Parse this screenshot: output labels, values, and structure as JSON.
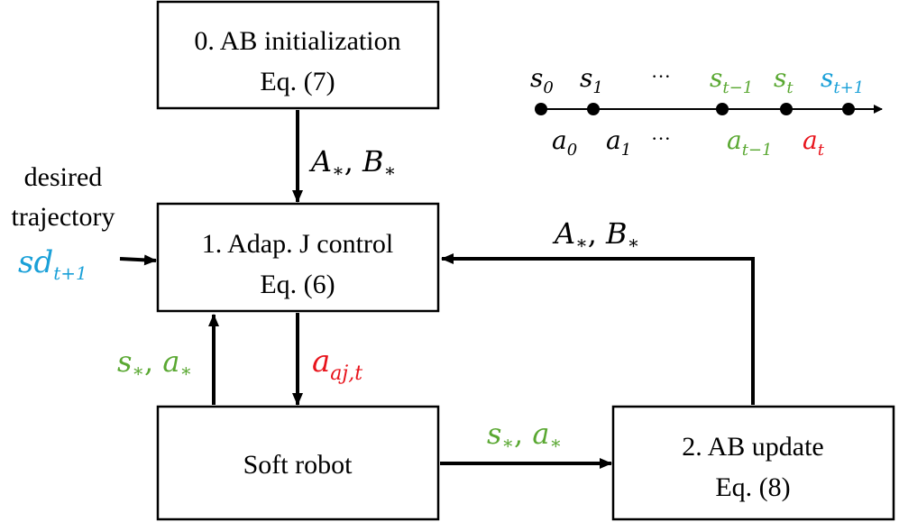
{
  "colors": {
    "black": "#000000",
    "green": "#5aa832",
    "red": "#e8141c",
    "blue": "#1aa0d8"
  },
  "boxes": {
    "init": {
      "line1": "0. AB initialization",
      "line2": "Eq. (7)"
    },
    "control": {
      "line1": "1. Adap. J control",
      "line2": "Eq. (6)"
    },
    "robot": {
      "line1": "Soft robot"
    },
    "update": {
      "line1": "2. AB update",
      "line2": "Eq. (8)"
    }
  },
  "input": {
    "line1": "desired",
    "line2": "trajectory",
    "sym": "sd",
    "sub": "t+1"
  },
  "labels": {
    "ab_down": {
      "a": "A",
      "b": "B",
      "sub": "∗",
      "sep": ", "
    },
    "ab_feedback": {
      "a": "A",
      "b": "B",
      "sub": "∗",
      "sep": ", "
    },
    "sa_up": {
      "s": "s",
      "a": "a",
      "sub": "∗",
      "sep": ", "
    },
    "sa_right": {
      "s": "s",
      "a": "a",
      "sub": "∗",
      "sep": ", "
    },
    "action": {
      "sym": "a",
      "sub": "aj,t"
    }
  },
  "timeline": {
    "ellipsis": "···",
    "states": [
      {
        "sym": "s",
        "sub": "0",
        "color": "#000000"
      },
      {
        "sym": "s",
        "sub": "1",
        "color": "#000000"
      },
      {
        "sym": "s",
        "sub": "t−1",
        "color": "#5aa832"
      },
      {
        "sym": "s",
        "sub": "t",
        "color": "#5aa832"
      },
      {
        "sym": "s",
        "sub": "t+1",
        "color": "#1aa0d8"
      }
    ],
    "actions": [
      {
        "sym": "a",
        "sub": "0",
        "color": "#000000"
      },
      {
        "sym": "a",
        "sub": "1",
        "color": "#000000"
      },
      {
        "sym": "a",
        "sub": "t−1",
        "color": "#5aa832"
      },
      {
        "sym": "a",
        "sub": "t",
        "color": "#e8141c"
      }
    ]
  }
}
